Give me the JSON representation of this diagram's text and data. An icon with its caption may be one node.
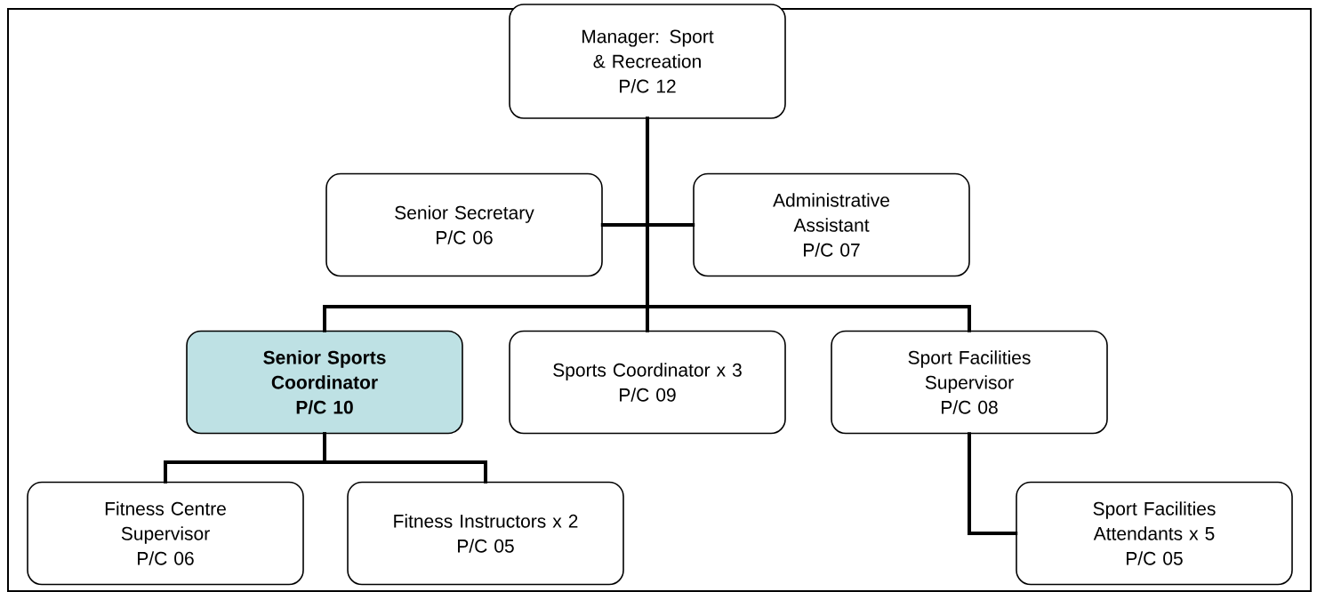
{
  "diagram": {
    "nodes": [
      {
        "text": [
          "Manager: Sport & Recreation",
          "P/C 12"
        ]
      },
      {
        "text": [
          "Senior Secretary",
          "P/C 06"
        ]
      },
      {
        "text": [
          "Administrative Assistant",
          "P/C 07"
        ]
      },
      {
        "text": [
          "Senior Sports Coordinator",
          "P/C 10"
        ]
      },
      {
        "text": [
          "Sports Coordinator x 3",
          "P/C 09"
        ]
      },
      {
        "text": [
          "Sport Facilities Supervisor",
          "P/C 08"
        ]
      },
      {
        "text": [
          "Fitness Centre Supervisor",
          "P/C 06"
        ]
      },
      {
        "text": [
          "Fitness Instructors x 2",
          "P/C 05"
        ]
      },
      {
        "text": [
          "Sport Facilities Attendants x 5",
          "P/C 05"
        ]
      }
    ],
    "edges": [
      {
        "from": 0,
        "to": 1,
        "arrow": "none"
      },
      {
        "from": 0,
        "to": 2,
        "arrow": "none"
      },
      {
        "from": 0,
        "to": 3,
        "arrow": "none"
      },
      {
        "from": 0,
        "to": 4,
        "arrow": "none"
      },
      {
        "from": 0,
        "to": 5,
        "arrow": "none"
      },
      {
        "from": 3,
        "to": 6,
        "arrow": "none"
      },
      {
        "from": 3,
        "to": 7,
        "arrow": "none"
      },
      {
        "from": 5,
        "to": 8,
        "arrow": "none"
      }
    ]
  }
}
